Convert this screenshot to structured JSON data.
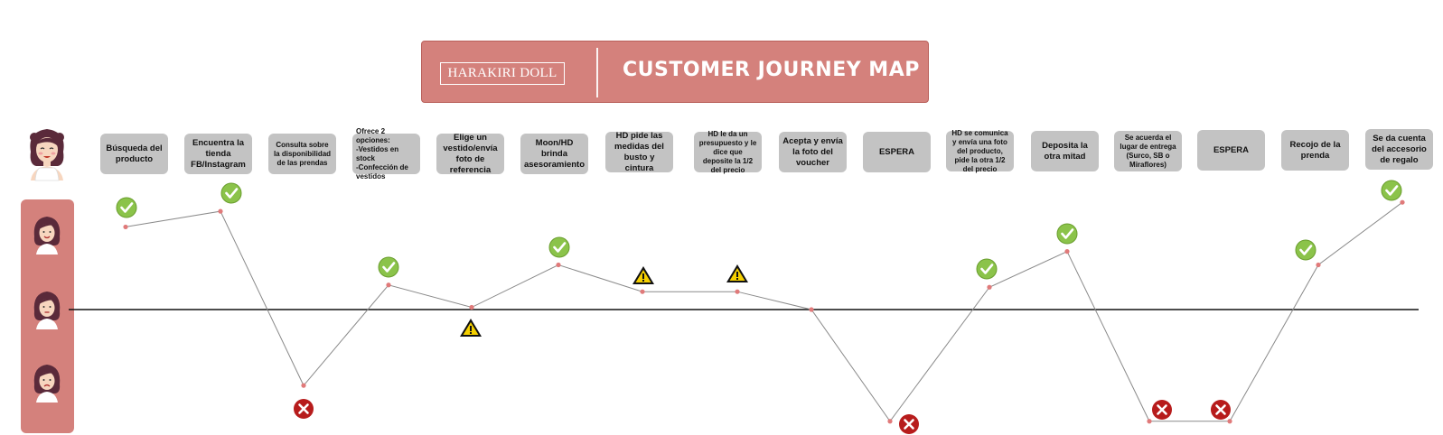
{
  "brand": "HARAKIRI DOLL",
  "title": "CUSTOMER JOURNEY MAP",
  "colors": {
    "accent": "#d4817c",
    "card": "#c3c3c3",
    "positive": "#7cb342",
    "negative": "#b71c1c",
    "warning": "#f5d000",
    "line": "#888888",
    "point": "#e07a7a"
  },
  "stages": [
    {
      "label": "Búsqueda del producto",
      "emotion": 1.85,
      "icon": "check-icon"
    },
    {
      "label": "Encuentra la tienda FB/Instagram",
      "emotion": 2.2,
      "icon": "check-icon"
    },
    {
      "label": "Consulta sobre la disponibilidad de las prendas",
      "emotion": -1.7,
      "icon": "cross-icon"
    },
    {
      "label": "Ofrece 2 opciones:\n-Vestidos en stock\n-Confección de vestidos",
      "emotion": 0.55,
      "icon": "check-icon"
    },
    {
      "label": "Elige un vestido/envía foto de referencia",
      "emotion": 0.05,
      "icon": "warning-icon"
    },
    {
      "label": "Moon/HD brinda asesoramiento",
      "emotion": 1.0,
      "icon": "check-icon"
    },
    {
      "label": "HD pide las medidas del busto y cintura",
      "emotion": 0.4,
      "icon": "warning-icon"
    },
    {
      "label": "HD le da un presupuesto y le dice que deposite la 1/2 del precio",
      "emotion": 0.4,
      "icon": "warning-icon"
    },
    {
      "label": "Acepta y envía la foto del voucher",
      "emotion": 0.0,
      "icon": "none"
    },
    {
      "label": "ESPERA",
      "emotion": -2.5,
      "icon": "cross-icon"
    },
    {
      "label": "HD se comunica y envía una foto del producto, pide la otra 1/2 del precio",
      "emotion": 0.5,
      "icon": "check-icon"
    },
    {
      "label": "Deposita la otra mitad",
      "emotion": 1.3,
      "icon": "check-icon"
    },
    {
      "label": "Se acuerda el lugar de entrega (Surco, SB o Miraflores)",
      "emotion": -2.5,
      "icon": "cross-icon"
    },
    {
      "label": "ESPERA",
      "emotion": -2.5,
      "icon": "cross-icon"
    },
    {
      "label": "Recojo de la prenda",
      "emotion": 1.0,
      "icon": "check-icon"
    },
    {
      "label": "Se da cuenta del accesorio de regalo",
      "emotion": 2.4,
      "icon": "check-icon"
    }
  ],
  "personas": [
    "happy-face-icon",
    "neutral-face-icon",
    "sad-face-icon"
  ]
}
